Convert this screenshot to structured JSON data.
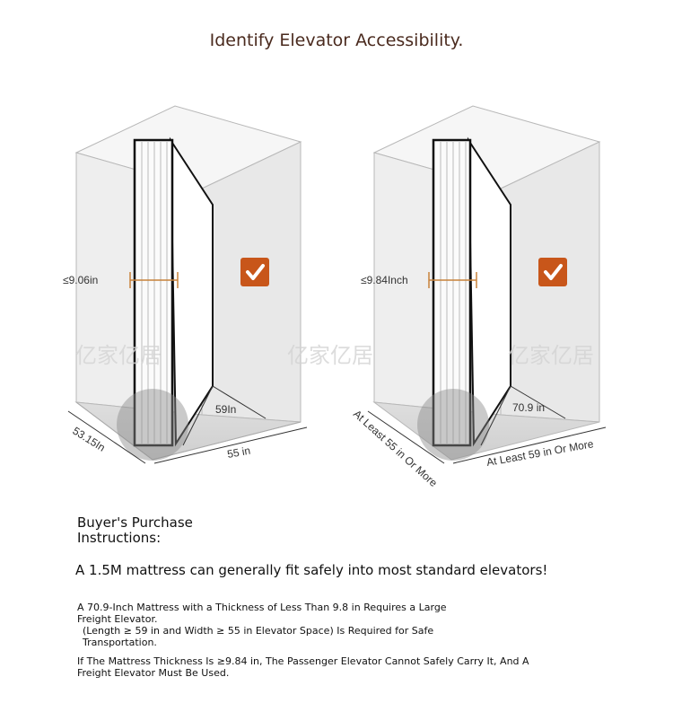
{
  "title": "Identify Elevator Accessibility.",
  "left_figure": {
    "thickness_label": "≤9.06in",
    "length_label": "59In",
    "width_label": "55 in",
    "depth_label": "53.15In"
  },
  "right_figure": {
    "thickness_label": "≤9.84Inch",
    "length_label": "70.9 in",
    "width_label": "At Least 59 in Or More",
    "depth_label": "At Least 55 in Or More"
  },
  "watermark": "亿家亿居",
  "section_heading": [
    "Buyer's Purchase",
    "Instructions:"
  ],
  "statement": "A 1.5M mattress can generally fit safely into most standard elevators!",
  "notes": {
    "line1": "A 70.9-Inch Mattress with a Thickness of Less Than 9.8 in Requires a Large",
    "line2": "Freight Elevator.",
    "line3": "(Length ≥ 59 in and Width ≥ 55 in Elevator Space) Is Required for Safe",
    "line4": "Transportation.",
    "line5": "If The Mattress Thickness Is ≥9.84 in, The Passenger Elevator Cannot Safely Carry It, And A",
    "line6": "Freight Elevator Must Be Used."
  },
  "colors": {
    "check_badge": "#c8561a",
    "measure_line": "#c8823a",
    "title": "#4a2a1e"
  }
}
